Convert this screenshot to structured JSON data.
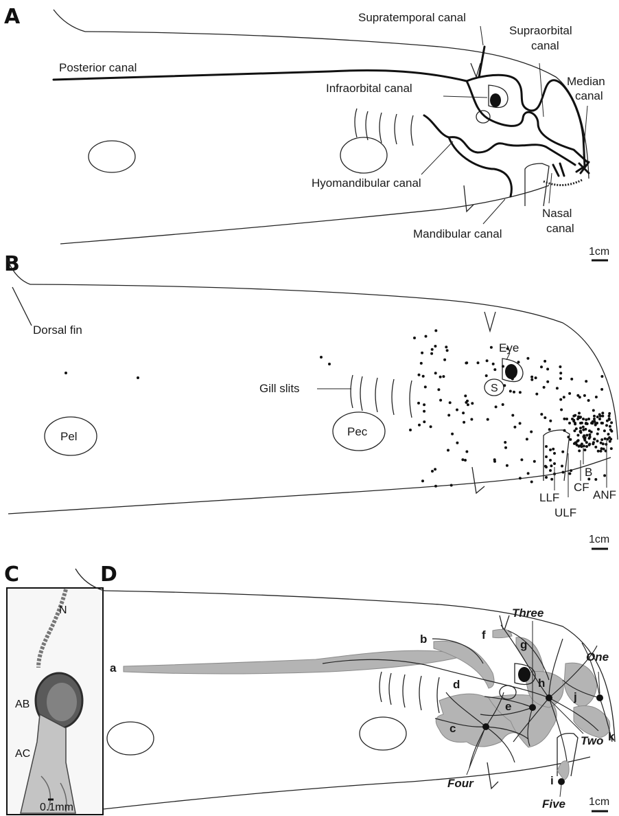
{
  "panels": {
    "A": "A",
    "B": "B",
    "C": "C",
    "D": "D"
  },
  "panel_a": {
    "supratemporal": "Supratemporal canal",
    "supraorbital_1": "Supraorbital",
    "supraorbital_2": "canal",
    "posterior": "Posterior canal",
    "median_1": "Median",
    "median_2": "canal",
    "infraorbital": "Infraorbital canal",
    "hyomandibular": "Hyomandibular canal",
    "nasal_1": "Nasal",
    "nasal_2": "canal",
    "mandibular": "Mandibular canal",
    "scale": "1cm"
  },
  "panel_b": {
    "dorsal_fin": "Dorsal fin",
    "eye": "Eye",
    "gill_slits": "Gill slits",
    "spiracle": "S",
    "pel": "Pel",
    "pec": "Pec",
    "b": "B",
    "cf": "CF",
    "anf": "ANF",
    "llf": "LLF",
    "ulf": "ULF",
    "scale": "1cm"
  },
  "panel_c": {
    "n": "N",
    "ab": "AB",
    "ac": "AC",
    "scale": "0.1mm"
  },
  "panel_d": {
    "a": "a",
    "b": "b",
    "c": "c",
    "d": "d",
    "e": "e",
    "f": "f",
    "g": "g",
    "h": "h",
    "i": "i",
    "j": "j",
    "k": "k",
    "one": "One",
    "two": "Two",
    "three": "Three",
    "four": "Four",
    "five": "Five",
    "scale": "1cm"
  }
}
